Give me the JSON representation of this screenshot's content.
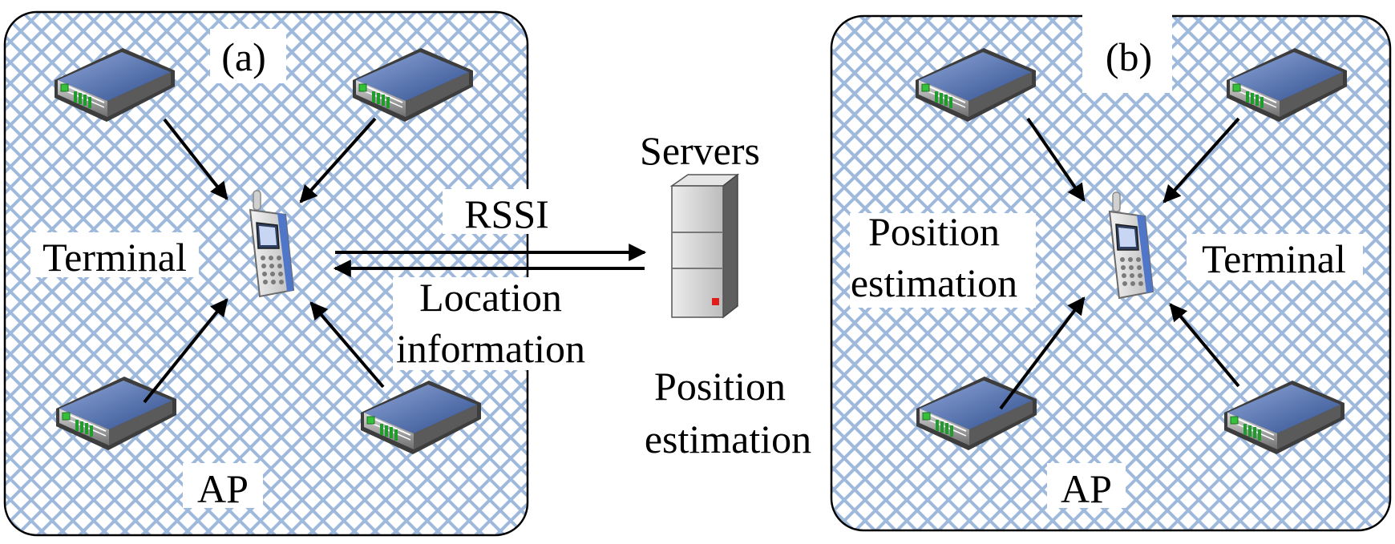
{
  "panel_a": {
    "tag": "(a)",
    "terminal_label": "Terminal",
    "ap_label": "AP"
  },
  "panel_b": {
    "tag": "(b)",
    "position_estimation_line1": "Position",
    "position_estimation_line2": "estimation",
    "terminal_label": "Terminal",
    "ap_label": "AP"
  },
  "middle": {
    "servers_label": "Servers",
    "rssi_label": "RSSI",
    "location_line1": "Location",
    "location_line2": "information",
    "position_estimation_line1": "Position",
    "position_estimation_line2": "estimation"
  }
}
